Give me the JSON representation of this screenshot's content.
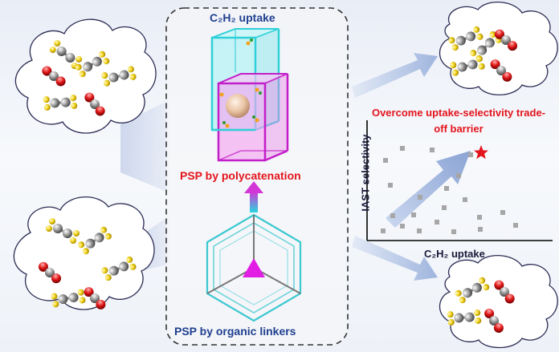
{
  "labels": {
    "top_title": "C₂H₂ uptake",
    "polycatenation": "PSP by polycatenation",
    "linkers": "PSP by organic linkers",
    "overcome": "Overcome uptake-selectivity trade-off barrier",
    "x_axis": "C₂H₂ uptake",
    "y_axis": "IAST selectivity"
  },
  "colors": {
    "title_blue": "#1f3f8f",
    "highlight_red": "#e3141c",
    "cyan_frame": "#2fd0d8",
    "magenta_frame": "#c21ec9",
    "arrow_blue": "#8fa8d6"
  },
  "icons": [
    "gas-cloud-icon",
    "c2h2-molecule-icon",
    "co2-molecule-icon",
    "star-icon",
    "pore-sphere-icon",
    "hexagonal-linker-icon"
  ]
}
